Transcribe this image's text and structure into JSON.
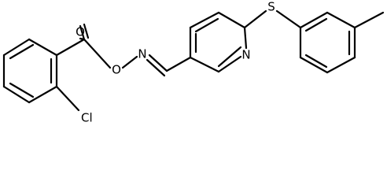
{
  "structure": {
    "atoms": [
      {
        "id": "O_carbonyl",
        "label": "O"
      },
      {
        "id": "O_ester",
        "label": "O"
      },
      {
        "id": "N_oxime",
        "label": "N"
      },
      {
        "id": "N_pyridine",
        "label": "N"
      },
      {
        "id": "S_thioether",
        "label": "S"
      },
      {
        "id": "Cl",
        "label": "Cl"
      }
    ],
    "colors": {
      "bond": "#000000",
      "label": "#000000",
      "background": "#ffffff"
    }
  }
}
